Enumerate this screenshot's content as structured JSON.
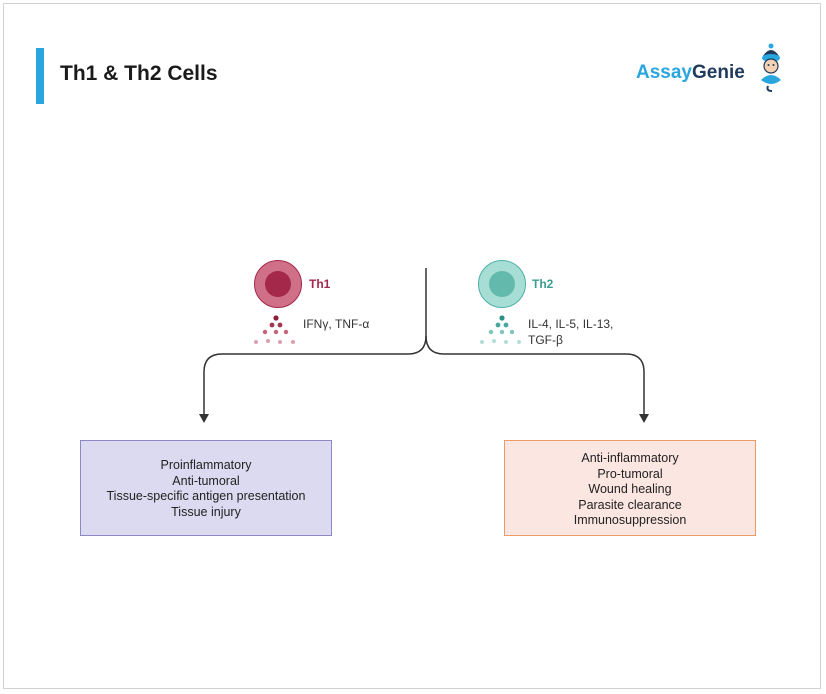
{
  "title": "Th1 & Th2 Cells",
  "logo": {
    "part1": "Assay",
    "part2": "Genie"
  },
  "colors": {
    "accent": "#2aa6df",
    "th1": "#a3284a",
    "th2": "#3c9d92",
    "box1_fill": "#dcdaf0",
    "box2_fill": "#fbe6e1"
  },
  "th1": {
    "label": "Th1",
    "cytokines": "IFNγ, TNF-α"
  },
  "th2": {
    "label": "Th2",
    "cytokines_line1": "IL-4, IL-5, IL-13,",
    "cytokines_line2": "TGF-β"
  },
  "th1_effects": [
    "Proinflammatory",
    "Anti-tumoral",
    "Tissue-specific antigen presentation",
    "Tissue injury"
  ],
  "th2_effects": [
    "Anti-inflammatory",
    "Pro-tumoral",
    "Wound healing",
    "Parasite clearance",
    "Immunosuppression"
  ]
}
